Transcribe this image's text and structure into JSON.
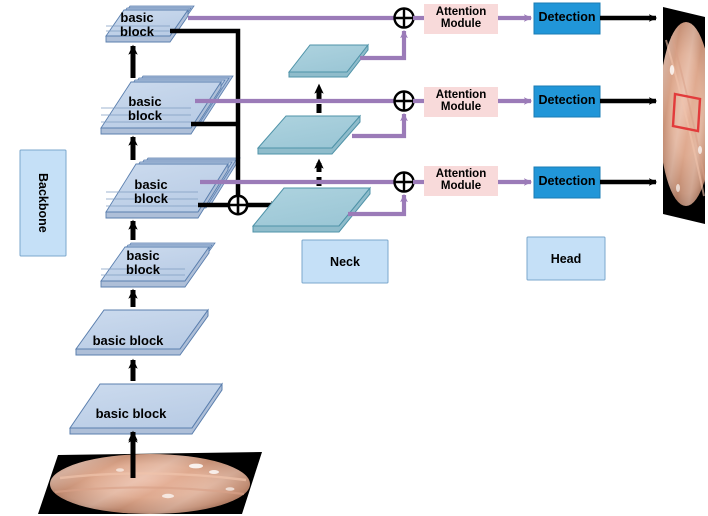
{
  "diagram": {
    "title": "Object detection network architecture",
    "colors": {
      "backbone_block_fill": "#c3d4e9",
      "backbone_block_side": "#aebfd8",
      "backbone_block_edge": "#5b7fae",
      "neck_block_fill": "#a5cdda",
      "neck_block_side": "#8fbccb",
      "neck_block_edge": "#4f93a8",
      "group_box_fill": "#c5e0f7",
      "group_box_edge": "#7ba7cc",
      "attention_fill": "#f8dada",
      "attention_edge": "#f8dada",
      "detection_fill": "#2196d8",
      "detection_edge": "#1b7cb4",
      "arrow_black": "#000000",
      "arrow_purple": "#9b7bb8",
      "bbox_red": "#e23b3b",
      "image_frame": "#000000"
    },
    "groups": [
      {
        "name": "backbone",
        "label": "Backbone",
        "rotated": true
      },
      {
        "name": "neck",
        "label": "Neck",
        "rotated": false
      },
      {
        "name": "head",
        "label": "Head",
        "rotated": false
      }
    ],
    "backbone_blocks": [
      {
        "id": "bb1",
        "label": "basic block",
        "stacked": false,
        "level": 1
      },
      {
        "id": "bb2",
        "label": "basic block",
        "stacked": false,
        "level": 2
      },
      {
        "id": "bb3",
        "label": "basic\nblock",
        "stacked": true,
        "level": 3
      },
      {
        "id": "bb4",
        "label": "basic\nblock",
        "stacked": true,
        "level": 4
      },
      {
        "id": "bb5",
        "label": "basic\nblock",
        "stacked": true,
        "level": 5
      },
      {
        "id": "bb6",
        "label": "basic\nblock",
        "stacked": true,
        "level": 6
      }
    ],
    "neck_blocks": [
      {
        "id": "nk1",
        "label": "",
        "level": 1
      },
      {
        "id": "nk2",
        "label": "",
        "level": 2
      },
      {
        "id": "nk3",
        "label": "",
        "level": 3
      }
    ],
    "attention_modules": [
      {
        "id": "am1",
        "label": "Attention\nModule"
      },
      {
        "id": "am2",
        "label": "Attention\nModule"
      },
      {
        "id": "am3",
        "label": "Attention\nModule"
      }
    ],
    "detection_heads": [
      {
        "id": "det1",
        "label": "Detection"
      },
      {
        "id": "det2",
        "label": "Detection"
      },
      {
        "id": "det3",
        "label": "Detection"
      }
    ],
    "fusion_nodes": [
      {
        "id": "sum-backbone",
        "symbol": "circled-plus"
      },
      {
        "id": "sum-top",
        "symbol": "circled-plus"
      },
      {
        "id": "sum-mid",
        "symbol": "circled-plus"
      },
      {
        "id": "sum-bottom",
        "symbol": "circled-plus"
      }
    ],
    "images": [
      {
        "id": "input-image",
        "role": "input",
        "kind": "endoscopy-frame",
        "has_bbox": false
      },
      {
        "id": "output-image",
        "role": "output",
        "kind": "endoscopy-frame",
        "has_bbox": true
      }
    ]
  }
}
